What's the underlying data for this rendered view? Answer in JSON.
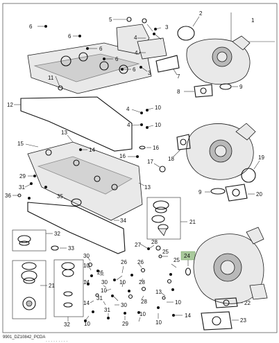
{
  "footer_code": "9901_DZ10842_PCDA",
  "footer_faint": "· · · · · · · · ·",
  "highlight_color": "#a9c99c",
  "callouts": {
    "c1": "1",
    "c2": "2",
    "c3": "3",
    "c4a": "4",
    "c4b": "4",
    "c4c": "4",
    "c5": "5",
    "c6a": "6",
    "c6b": "6",
    "c6c": "6",
    "c6d": "6",
    "c6e": "6",
    "c7": "7",
    "c8": "8",
    "c9": "9",
    "c9b": "9",
    "c10a": "10",
    "c10b": "10",
    "c11": "11",
    "c12": "12",
    "c13a": "13",
    "c13b": "13",
    "c14a": "14",
    "c14b": "14",
    "c14c": "14",
    "c15": "15",
    "c16a": "16",
    "c16b": "16",
    "c17": "17",
    "c18": "18",
    "c19": "19",
    "c20": "20",
    "c21a": "21",
    "c21b": "21",
    "c22": "22",
    "c23": "23",
    "c24": "24",
    "c25": "25",
    "c26a": "26",
    "c26b": "26",
    "c26c": "26",
    "c27": "27",
    "c28a": "28",
    "c28b": "28",
    "c29a": "29",
    "c29b": "29",
    "c30a": "30",
    "c30b": "30",
    "c30c": "30",
    "c31a": "31",
    "c31b": "31",
    "c32a": "32",
    "c32b": "32",
    "c33": "33",
    "c34": "34",
    "c35": "35",
    "c36": "36"
  }
}
